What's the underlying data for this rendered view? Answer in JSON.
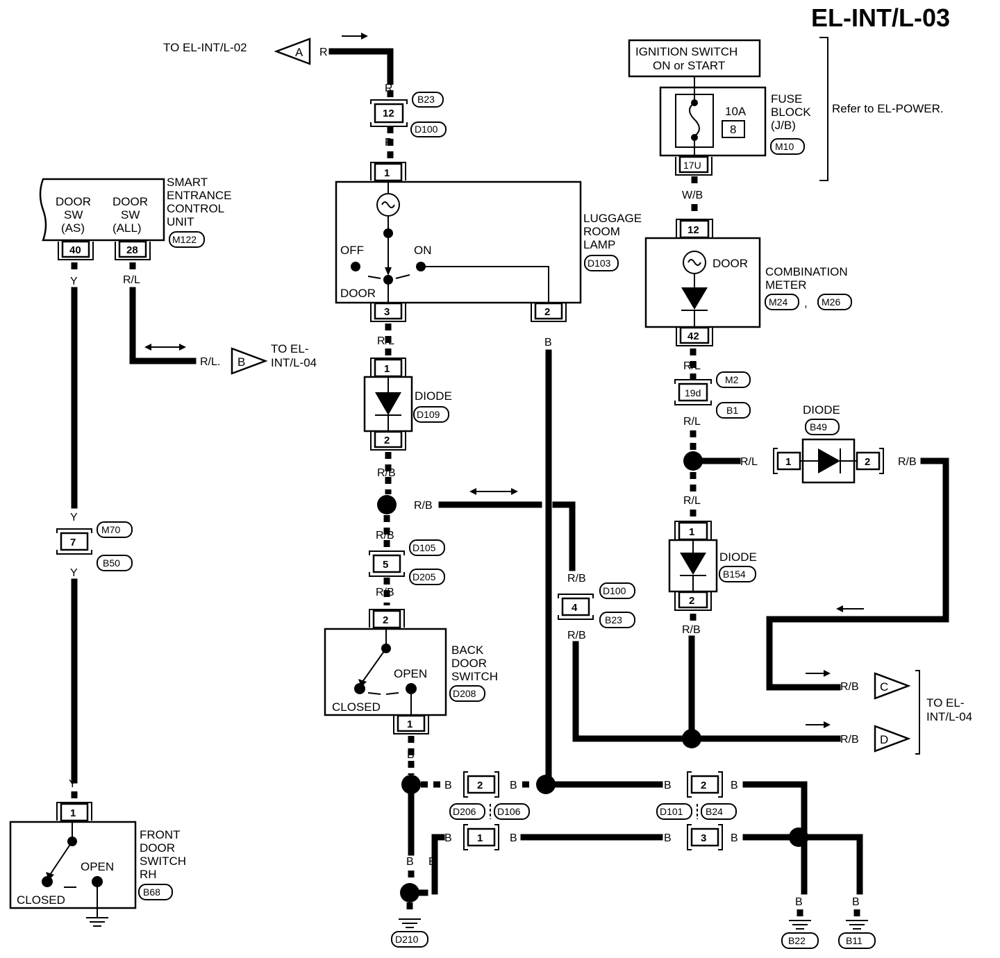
{
  "page_title": "EL-INT/L-03",
  "refer": "Refer to EL-POWER.",
  "to_left_top": "TO EL-INT/L-02",
  "to_b_1": "TO EL-",
  "to_b_2": "INT/L-04",
  "to_cd_1": "TO EL-",
  "to_cd_2": "INT/L-04",
  "arrows": {
    "a": "A",
    "b": "B",
    "c": "C",
    "d": "D"
  },
  "ignition": {
    "line1": "IGNITION SWITCH",
    "line2": "ON or START"
  },
  "fuse": {
    "amp": "10A",
    "num": "8",
    "l1": "FUSE",
    "l2": "BLOCK",
    "l3": "(J/B)",
    "ref": "M10",
    "term": "17U"
  },
  "secu": {
    "l1": "SMART",
    "l2": "ENTRANCE",
    "l3": "CONTROL",
    "l4": "UNIT",
    "ref": "M122",
    "sw1a": "DOOR",
    "sw1b": "SW",
    "sw1c": "(AS)",
    "sw2a": "DOOR",
    "sw2b": "SW",
    "sw2c": "(ALL)",
    "t1": "40",
    "t2": "28"
  },
  "lamp": {
    "l1": "LUGGAGE",
    "l2": "ROOM",
    "l3": "LAMP",
    "ref": "D103",
    "off": "OFF",
    "on": "ON",
    "door": "DOOR",
    "t1": "1",
    "t3": "3",
    "t2": "2"
  },
  "meter": {
    "l1": "COMBINATION",
    "l2": "METER",
    "ref1": "M24",
    "comma": ",",
    "ref2": "M26",
    "door": "DOOR",
    "t12": "12",
    "t42": "42"
  },
  "d109": {
    "name": "DIODE",
    "ref": "D109",
    "t1": "1",
    "t2": "2"
  },
  "b49": {
    "name": "DIODE",
    "ref": "B49",
    "t1": "1",
    "t2": "2"
  },
  "b154": {
    "name": "DIODE",
    "ref": "B154",
    "t1": "1",
    "t2": "2"
  },
  "backdoor": {
    "l1": "BACK",
    "l2": "DOOR",
    "l3": "SWITCH",
    "ref": "D208",
    "open": "OPEN",
    "closed": "CLOSED",
    "t2": "2",
    "t1": "1"
  },
  "frontdoor": {
    "l1": "FRONT",
    "l2": "DOOR",
    "l3": "SWITCH",
    "l4": "RH",
    "ref": "B68",
    "open": "OPEN",
    "closed": "CLOSED",
    "t1": "1"
  },
  "conn": {
    "b23a": "B23",
    "d100a": "D100",
    "c12": "12",
    "m2": "M2",
    "b1": "B1",
    "c19d": "19d",
    "m70": "M70",
    "b50": "B50",
    "c7": "7",
    "d105": "D105",
    "d205": "D205",
    "c5": "5",
    "d100b": "D100",
    "b23b": "B23",
    "c4": "4",
    "d206": "D206",
    "d106": "D106",
    "c2a": "2",
    "c1a": "1",
    "d101": "D101",
    "b24": "B24",
    "c2b": "2",
    "c3b": "3"
  },
  "grounds": {
    "g1": "D210",
    "g2": "B22",
    "g3": "B11"
  },
  "wires": {
    "r": "R",
    "wb": "W/B",
    "y": "Y",
    "rl": "R/L",
    "b": "B",
    "rb": "R/B",
    "rl_dot": "R/L."
  }
}
